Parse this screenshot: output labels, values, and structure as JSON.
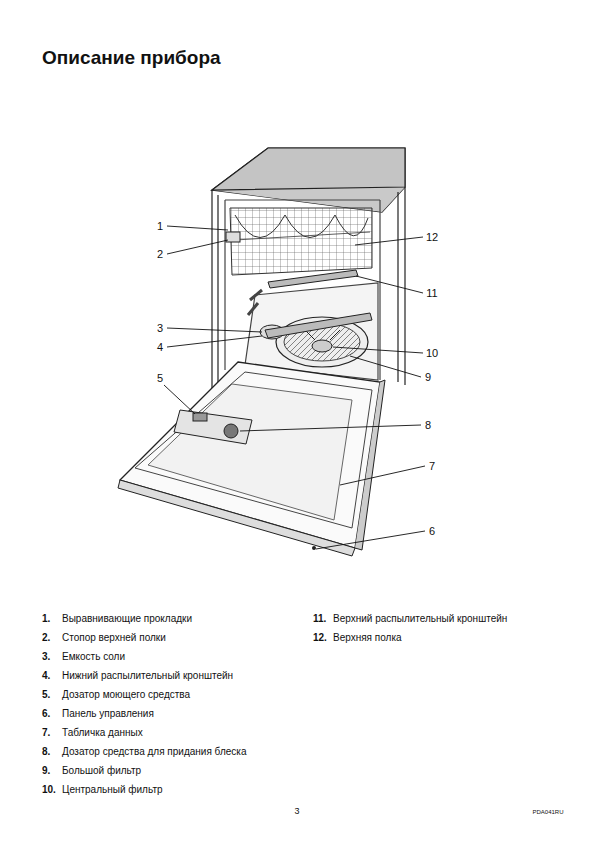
{
  "diagram": {
    "title": "Описание прибора",
    "labels": [
      "1",
      "2",
      "3",
      "4",
      "5",
      "6",
      "7",
      "8",
      "9",
      "10",
      "11",
      "12",
      "1.",
      "Выравнивающие прокладки",
      "2.",
      "Стопор верхней полки",
      "3.",
      "Емкость соли",
      "4.",
      "Нижний распылительный кронштейн",
      "5.",
      "Дозатор моющего средства",
      "6.",
      "Панель управления",
      "7.",
      "Табличка данных",
      "8.",
      "Дозатор средства для придания блеска",
      "9.",
      "Большой фильтр",
      "10.",
      "Центральный фильтр",
      "11.",
      "Верхний распылительный кронштейн",
      "12.",
      "Верхняя полка",
      "3",
      "PDA041RU"
    ]
  }
}
